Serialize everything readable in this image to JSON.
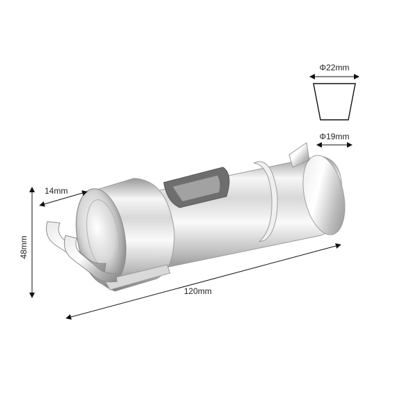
{
  "dimensions": {
    "top_diameter": "Φ22mm",
    "bottom_diameter": "Φ19mm",
    "depth": "14mm",
    "height": "48mm",
    "length": "120mm"
  },
  "colors": {
    "background": "#ffffff",
    "line": "#111111",
    "chrome_light": "#f4f4f4",
    "chrome_mid": "#c9c9c9",
    "chrome_dark": "#8a8a8a"
  }
}
